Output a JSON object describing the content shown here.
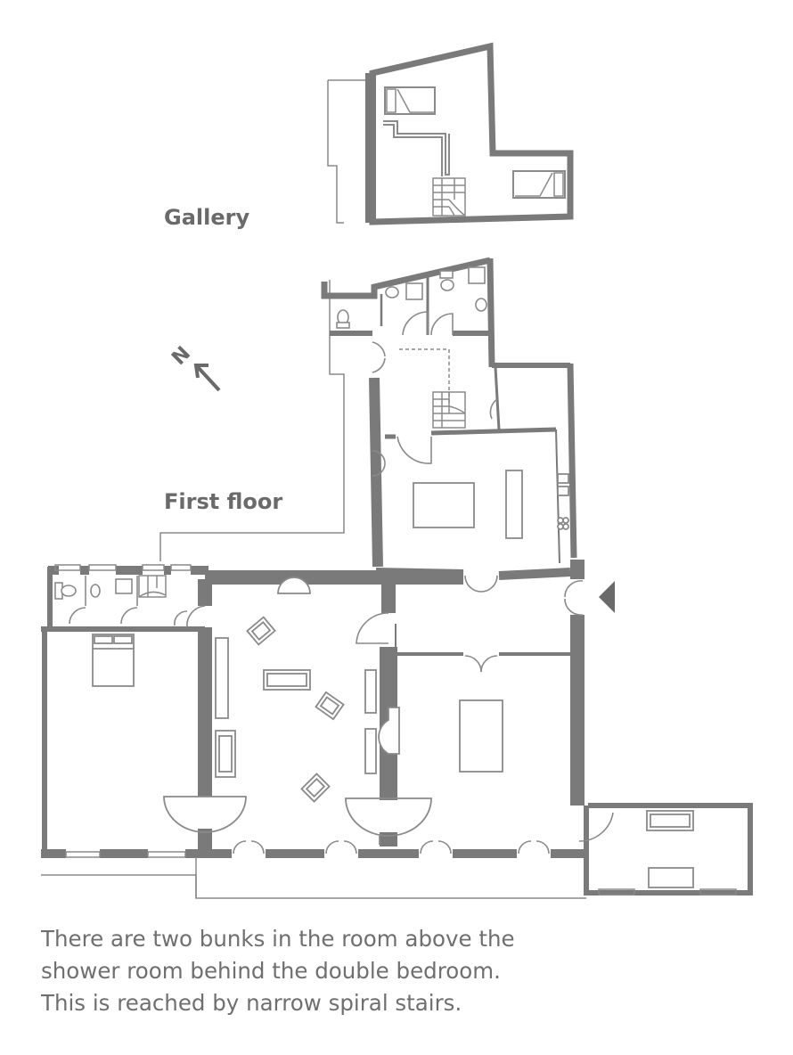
{
  "labels": {
    "gallery": "Gallery",
    "first_floor": "First floor",
    "compass": "N"
  },
  "caption": [
    "There are two bunks in the room above the",
    "shower room behind the double bedroom.",
    "This is reached by narrow spiral stairs."
  ],
  "colors": {
    "wall": "#7a7a7a",
    "line": "#8a8a8a",
    "text": "#6a6a6a",
    "background": "#ffffff"
  }
}
